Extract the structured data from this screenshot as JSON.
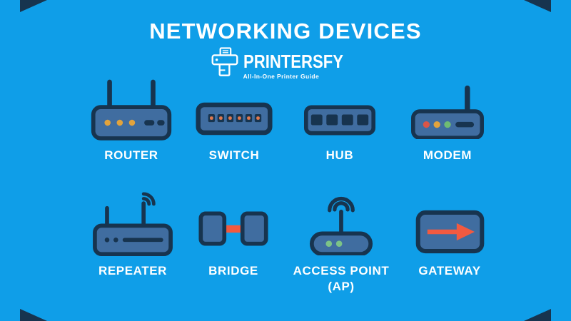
{
  "title": "NETWORKING DEVICES",
  "logo": {
    "brand": "PRINTERSFY",
    "tagline": "All-In-One Printer Guide"
  },
  "devices": [
    {
      "id": "router",
      "label": "ROUTER"
    },
    {
      "id": "switch",
      "label": "SWITCH"
    },
    {
      "id": "hub",
      "label": "HUB"
    },
    {
      "id": "modem",
      "label": "MODEM"
    },
    {
      "id": "repeater",
      "label": "REPEATER"
    },
    {
      "id": "bridge",
      "label": "BRIDGE"
    },
    {
      "id": "access-point",
      "label": "ACCESS POINT",
      "label2": "(AP)"
    },
    {
      "id": "gateway",
      "label": "GATEWAY"
    }
  ],
  "colors": {
    "background": "#0f9ee8",
    "icon_outline": "#17344f",
    "icon_body": "#406da0",
    "accent_coral": "#f25a40",
    "dot_orange": "#e2a33c",
    "dot_red": "#db5547",
    "dot_green": "#6fbc72",
    "ap_dot_green": "#7cc387",
    "switch_dot": "#e0794f",
    "text": "#ffffff"
  }
}
